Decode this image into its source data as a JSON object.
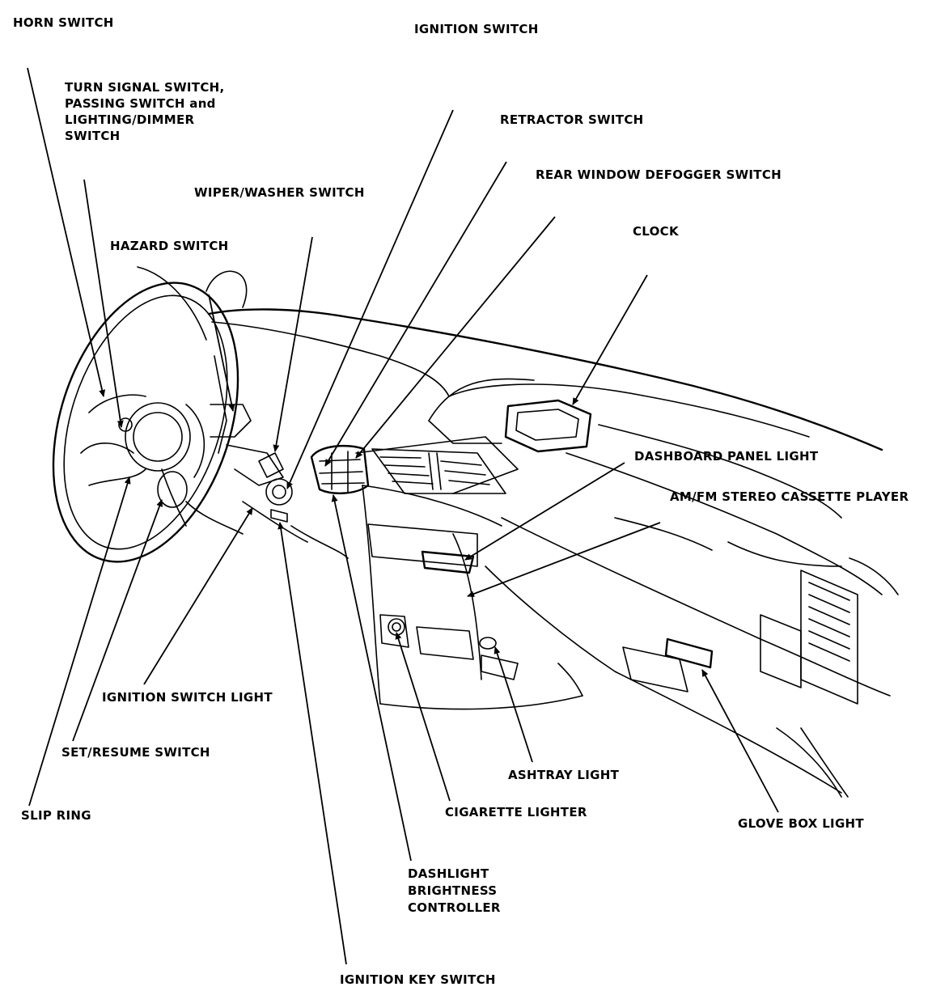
{
  "labels": {
    "horn_switch": "HORN SWITCH",
    "ignition_switch": "IGNITION SWITCH",
    "turn_signal_line1": "TURN SIGNAL SWITCH,",
    "turn_signal_line2": "PASSING SWITCH and",
    "turn_signal_line3": "LIGHTING/DIMMER",
    "turn_signal_line4": "SWITCH",
    "retractor_switch": "RETRACTOR SWITCH",
    "rear_window_defogger_switch": "REAR WINDOW DEFOGGER  SWITCH",
    "wiper_washer_switch": "WIPER/WASHER SWITCH",
    "clock": "CLOCK",
    "hazard_switch": "HAZARD SWITCH",
    "dashboard_panel_light": "DASHBOARD PANEL LIGHT",
    "am_fm_stereo_cassette_player": "AM/FM STEREO CASSETTE PLAYER",
    "ignition_switch_light": "IGNITION SWITCH LIGHT",
    "set_resume_switch": "SET/RESUME SWITCH",
    "ashtray_light": "ASHTRAY LIGHT",
    "slip_ring": "SLIP RING",
    "cigarette_lighter": "CIGARETTE LIGHTER",
    "glove_box_light": "GLOVE BOX LIGHT",
    "dashlight_line1": "DASHLIGHT",
    "dashlight_line2": "BRIGHTNESS",
    "dashlight_line3": "CONTROLLER",
    "ignition_key_switch": "IGNITION KEY SWITCH"
  }
}
